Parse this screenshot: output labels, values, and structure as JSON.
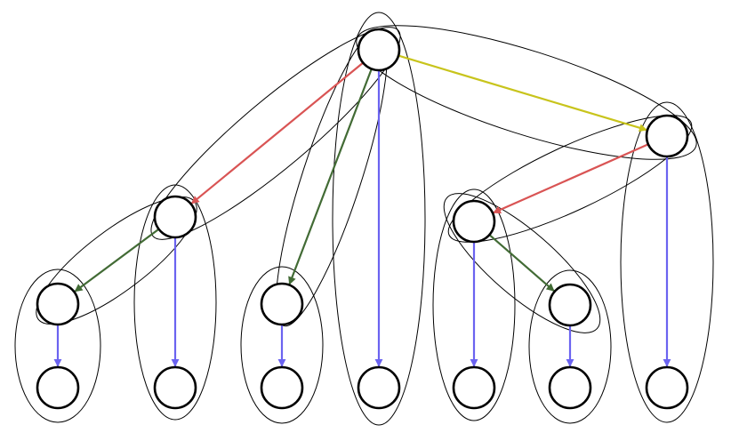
{
  "diagram": {
    "type": "tree-graph",
    "colors": {
      "node_stroke": "#000000",
      "node_fill": "#ffffff",
      "group_stroke": "#000000",
      "red": "#d95454",
      "green": "#426b35",
      "yellow": "#c8c41c",
      "blue": "#6b63f0"
    },
    "nodes": [
      {
        "id": "root"
      },
      {
        "id": "right"
      },
      {
        "id": "left-mid"
      },
      {
        "id": "right-mid"
      },
      {
        "id": "center-mid"
      },
      {
        "id": "far-left"
      },
      {
        "id": "right-inner"
      },
      {
        "id": "bottom-1"
      },
      {
        "id": "bottom-2"
      },
      {
        "id": "bottom-3"
      },
      {
        "id": "bottom-4"
      },
      {
        "id": "bottom-5"
      },
      {
        "id": "bottom-6"
      },
      {
        "id": "bottom-7"
      }
    ],
    "edges": [
      {
        "from": "root",
        "to": "right",
        "color": "yellow"
      },
      {
        "from": "root",
        "to": "left-mid",
        "color": "red"
      },
      {
        "from": "root",
        "to": "center-mid",
        "color": "green"
      },
      {
        "from": "root",
        "to": "bottom-4",
        "color": "blue"
      },
      {
        "from": "right",
        "to": "right-mid",
        "color": "red"
      },
      {
        "from": "right",
        "to": "bottom-7",
        "color": "blue"
      },
      {
        "from": "left-mid",
        "to": "far-left",
        "color": "green"
      },
      {
        "from": "left-mid",
        "to": "bottom-2",
        "color": "blue"
      },
      {
        "from": "right-mid",
        "to": "right-inner",
        "color": "green"
      },
      {
        "from": "right-mid",
        "to": "bottom-5",
        "color": "blue"
      },
      {
        "from": "far-left",
        "to": "bottom-1",
        "color": "blue"
      },
      {
        "from": "center-mid",
        "to": "bottom-3",
        "color": "blue"
      },
      {
        "from": "right-inner",
        "to": "bottom-6",
        "color": "blue"
      }
    ],
    "groups": [
      {
        "id": "root-right"
      },
      {
        "id": "root-leftmid"
      },
      {
        "id": "root-centermid"
      },
      {
        "id": "root-bottom4"
      },
      {
        "id": "right-rightmid"
      },
      {
        "id": "right-bottom7"
      },
      {
        "id": "leftmid-farleft"
      },
      {
        "id": "leftmid-bottom2"
      },
      {
        "id": "rightmid-rightinner"
      },
      {
        "id": "rightmid-bottom5"
      },
      {
        "id": "farleft-bottom1"
      },
      {
        "id": "centermid-bottom3"
      },
      {
        "id": "rightinner-bottom6"
      }
    ]
  }
}
